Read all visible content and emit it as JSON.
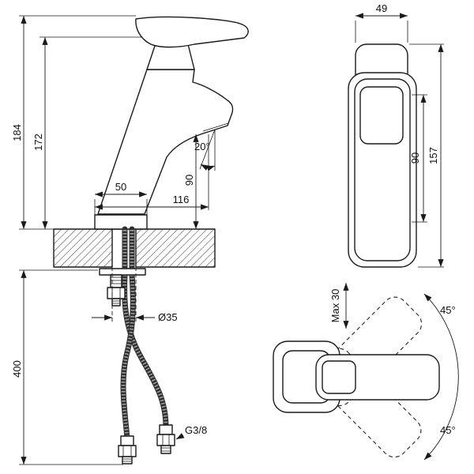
{
  "drawing": {
    "type": "faucet-installation-technical-drawing",
    "colors": {
      "line": "#1a1a1a",
      "hose": "#2e2e2e",
      "background": "#ffffff"
    },
    "labels": {
      "side": {
        "h184": "184",
        "h172": "172",
        "w50": "50",
        "reach116": "116",
        "h90": "90",
        "angle20": "20°",
        "dia35": "Ø35",
        "len400": "400",
        "thread": "G3/8"
      },
      "top": {
        "w49": "49",
        "d90": "90",
        "d157": "157"
      },
      "rotation": {
        "max30": "Max 30",
        "a45_top": "45°",
        "a45_bottom": "45°"
      }
    }
  }
}
